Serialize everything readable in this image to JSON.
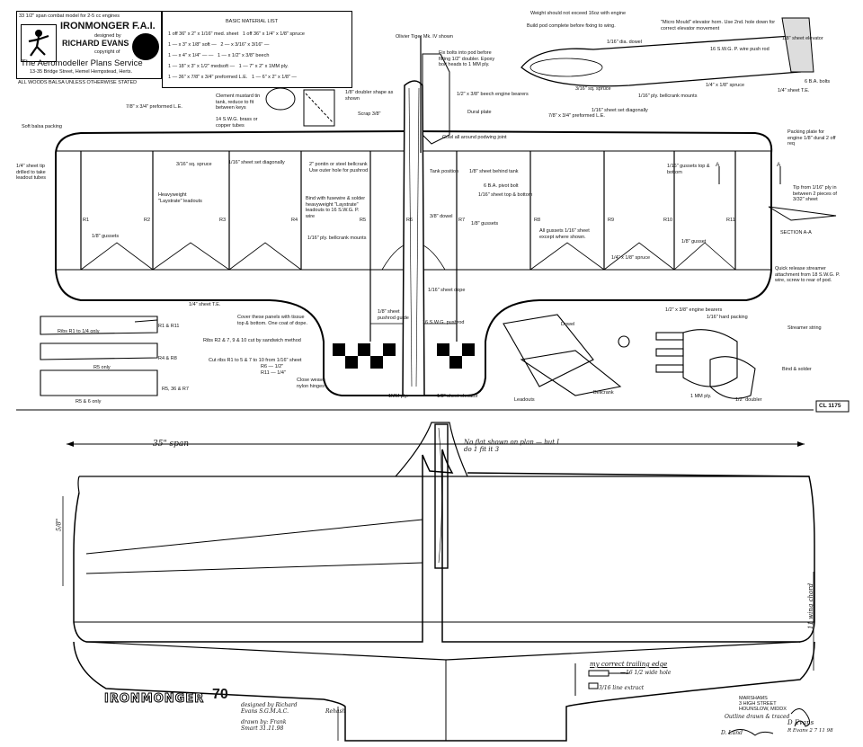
{
  "title_block": {
    "span_note": "33 1/2\" span combat model for 2-5 cc engines",
    "name": "IRONMONGER F.A.I.",
    "designed_by": "designed by",
    "designer": "RICHARD EVANS",
    "copyright": "copyright of",
    "publisher": "The Aeromodeller Plans Service",
    "address": "13-35 Bridge Street, Hemel Hempstead, Herts.",
    "wood_note": "ALL WOODS BALSA UNLESS OTHERWISE STATED"
  },
  "materials": {
    "heading": "BASIC MATERIAL LIST",
    "rows": [
      [
        "1 off 36\" x 2\" x 1/16\"",
        "med.",
        "sheet",
        "1 off 36\" x 1/4\" x 1/8\"",
        "spruce"
      ],
      [
        "1 — x 3\" x 1/8\"",
        "soft",
        "—",
        "2 — x 3/16\" x 3/16\"",
        "—"
      ],
      [
        "1 — x 4\" x 1/4\"",
        "—",
        "—",
        "1 — x 1/2\" x 3/8\"",
        "beech"
      ],
      [
        "1 — 18\" x 3\" x 1/2\"",
        "medsoft",
        "—",
        "1 — 7\" x 2\" x 1MM",
        "ply."
      ],
      [
        "1 — 36\" x 7/8\" x 3/4\"",
        "preformed L.E.",
        "",
        "1 — 6\" x 2\" x 1/8\"",
        "—"
      ]
    ]
  },
  "notes": {
    "weight": "Weight should not exceed 16oz with engine",
    "pod": "Build pod complete before fixing to wing.",
    "micro_mould": "\"Micro Mould\" elevator horn. Use 2nd. hole down for correct elevator movement",
    "sheet_elevator": "1/8\" sheet elevator",
    "pushrod": "16 S.W.G. P. wire push rod",
    "dowel": "1/16\" dia. dowel",
    "ba_bolts": "6 B.A. bolts",
    "spruce_top": "1/4\" x 1/8\" spruce",
    "sheet_te": "1/4\" sheet T.E.",
    "olivier": "Olivier Tiger Mk. IV shown",
    "fix_bolts": "Fix bolts into pod before fitting 1/2\" doubler. Epoxy bolt heads to 1 MM ply.",
    "beech_bearers": "1/2\" x 3/8\" beech engine bearers",
    "dural": "Dural plate",
    "sq_spruce": "3/16\" sq. spruce",
    "ply_mounts": "1/16\" ply. bellcrank mounts",
    "sheet_diag": "1/16\" sheet set diagonally",
    "preformed_le": "7/8\" x 3/4\" preformed L.E.",
    "collect_tank": "Clement mustard tin tank, reduce to fit between keys",
    "brass": "14 S.W.G. brass or copper tubes",
    "le_label": "7/8\" x 3/4\" preformed L.E.",
    "doubler": "1/8\" doubler shape as shown",
    "scrap": "Scrap 3/8\"",
    "cowl": "Cowl all around podwing joint",
    "soft_packing": "Soft balsa packing",
    "sheet_tip": "1/4\" sheet tip drilled to take leadout tubes",
    "sq_spruce2": "3/16\" sq. spruce",
    "sheet_diag2": "1/16\" sheet set diagonally",
    "pontin": "2\" pontin or steel bellcrank Use outer hole for pushrod",
    "tank_pos": "Tank position",
    "behind_tank": "1/8\" sheet behind tank",
    "pivot_bolt": "6 B.A. pivot bolt",
    "top_bottom": "1/16\" sheet top & bottom",
    "gussets_tb": "1/16\" gussets top & bottom",
    "tip_ply": "Tip from 1/16\" ply in between 2 pieces of 3/32\" sheet",
    "packing_plate": "Packing plate for engine 1/8\" dural 2 off req",
    "leadouts": "Heavyweight \"Laystrate\" leadouts",
    "bind": "Bind with fusewire & solder heavyweight \"Laystrate\" leadouts to 16 S.W.G. P. wire",
    "dowel_38": "3/8\" dowel",
    "gussets_18": "1/8\" gussets",
    "gussets_18b": "1/8\" gussets",
    "all_gussets": "All gussets 1/16\" sheet except where shown.",
    "spruce_14": "1/4\" x 1/8\" spruce",
    "gusset": "1/8\" gusset",
    "section": "SECTION A-A",
    "quick_release": "Quick release streamer attachment from 18 S.W.G. P. wire, screw to rear of pod.",
    "streamer_string": "Streamer string",
    "bind_solder": "Bind & solder",
    "ply_mounts2": "1/16\" ply. bellcrank mounts",
    "te_sheet": "1/4\" sheet T.E.",
    "cover": "Cover these panels with tissue top & bottom. One coat of dope.",
    "ribs_r2": "Ribs R2 & 7, 9 & 10 cut by sandwich method",
    "cut_ribs": "Cut ribs R1 to 5 & 7 to 10 from 1/16\" sheet",
    "r6": "R6 — 1/2\"",
    "r11": "R11 — 1/4\"",
    "sheet_dope": "1/16\" sheet dope",
    "pushrod_guide": "1/8\" sheet pushrod guide",
    "swg_pushrod": "16 S.W.G. pushrod",
    "sheet_elev": "1/8\" sheet elevator",
    "ply_1mm": "1MM ply.",
    "nylon": "Close weave nylon hinges",
    "beech_bearers2": "1/2\" x 3/8\" engine bearers",
    "hard_packing": "1/16\" hard packing",
    "dowel2": "Dowel",
    "leadouts2": "Leadouts",
    "bellcrank": "Bellcrank",
    "ply_1mm2": "1 MM ply.",
    "doubler_12": "1/2\" doubler",
    "cl_number": "CL 1175",
    "ribs_r1_r4": "Ribs R1 to 1/4 only",
    "r5_only": "R5 only",
    "r5_6": "R5 & 6 only",
    "r4_r8": "R4 & R8",
    "r1_r11": "R1 & R11",
    "r5_r6_r7": "R5, 36 & R7",
    "section_a": "A"
  },
  "ribs": [
    "R1",
    "R2",
    "R3",
    "R4",
    "R5",
    "R6",
    "R7",
    "R8",
    "R9",
    "R10",
    "R11"
  ],
  "lower": {
    "span": "35\" span",
    "handnote": "No flat shown on plan — but I do 1 fit it 3",
    "chord_label": "5/8\"",
    "trailing_note": "my correct trailing edge",
    "detail1": "—16 1/2 wide hole",
    "detail2": "3/16 line extract",
    "tip_chord": "11 wing chord",
    "logo": "IRONMONGER",
    "logo_num": "70",
    "designed_by": "designed by Richard Evans S.G.M.A.C.",
    "drawn_by": "drawn by: Frank Smart 31.11.98",
    "rehash": "Rehash",
    "stamp1": "MARSHAMS",
    "stamp2": "3 HIGH STREET",
    "stamp3": "HOUNSLOW, MIDDX",
    "plan_drawn": "Outline drawn & traced",
    "signature": "D Evans",
    "signed": "R Evans 2 7 11 98",
    "bottom_sig": "D. Lund"
  }
}
